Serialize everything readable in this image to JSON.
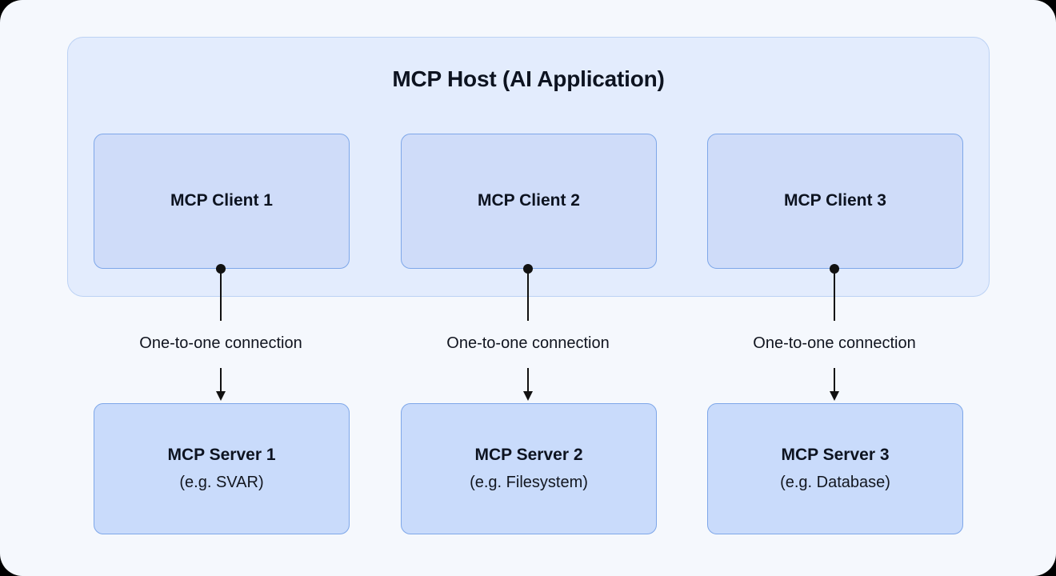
{
  "diagram": {
    "title": "MCP Host (AI Application)",
    "background_color": "#f5f8fd",
    "host_panel_color": "#e3ecfd",
    "client_box_color": "#cfdcf9",
    "server_box_color": "#c9dbfb",
    "border_color": "#7ea7e9",
    "connector_color": "#111111",
    "clients": [
      {
        "label": "MCP Client 1"
      },
      {
        "label": "MCP Client 2"
      },
      {
        "label": "MCP Client 3"
      }
    ],
    "connections": [
      {
        "label": "One-to-one connection"
      },
      {
        "label": "One-to-one connection"
      },
      {
        "label": "One-to-one connection"
      }
    ],
    "servers": [
      {
        "label": "MCP Server 1",
        "example": "(e.g. SVAR)"
      },
      {
        "label": "MCP Server 2",
        "example": "(e.g. Filesystem)"
      },
      {
        "label": "MCP Server 3",
        "example": "(e.g. Database)"
      }
    ]
  }
}
